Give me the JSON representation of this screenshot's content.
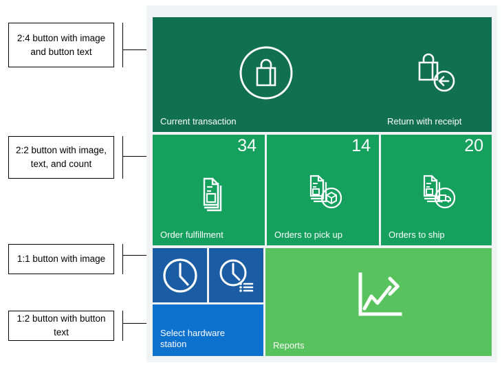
{
  "annotations": [
    {
      "id": "ann-2x4",
      "text": "2:4 button with image and button text"
    },
    {
      "id": "ann-2x2",
      "text": "2:2 button with image, text, and count"
    },
    {
      "id": "ann-1x1",
      "text": "1:1 button with image"
    },
    {
      "id": "ann-1x2",
      "text": "1:2 button with button text"
    }
  ],
  "tiles": {
    "current_transaction": {
      "label": "Current transaction",
      "icon": "shopping-bag-in-circle-icon",
      "color": "#107050",
      "size": "2:4"
    },
    "return_with_receipt": {
      "label": "Return with receipt",
      "icon": "shopping-bag-return-icon",
      "color": "#107050",
      "size": "2:4"
    },
    "order_fulfillment": {
      "label": "Order fulfillment",
      "count": "34",
      "icon": "documents-stack-icon",
      "color": "#16a05e",
      "size": "2:2"
    },
    "orders_to_pick_up": {
      "label": "Orders to pick up",
      "count": "14",
      "icon": "documents-package-icon",
      "color": "#16a05e",
      "size": "2:2"
    },
    "orders_to_ship": {
      "label": "Orders to ship",
      "count": "20",
      "icon": "documents-truck-icon",
      "color": "#16a05e",
      "size": "2:2"
    },
    "clock_in_out": {
      "label": "",
      "icon": "clock-icon",
      "color": "#1a5da5",
      "size": "1:1"
    },
    "time_registration_list": {
      "label": "",
      "icon": "clock-list-icon",
      "color": "#1a5da5",
      "size": "1:1"
    },
    "select_hardware_station": {
      "label": "Select hardware\nstation",
      "icon": "",
      "color": "#0d71ce",
      "size": "1:2"
    },
    "reports": {
      "label": "Reports",
      "icon": "chart-arrow-up-icon",
      "color": "#57c25e",
      "size": "2:4"
    }
  },
  "colors": {
    "panel_background": "#f1f3f4",
    "callout_border": "#000000",
    "page_background": "#ffffff",
    "tile_text": "#ffffff"
  }
}
